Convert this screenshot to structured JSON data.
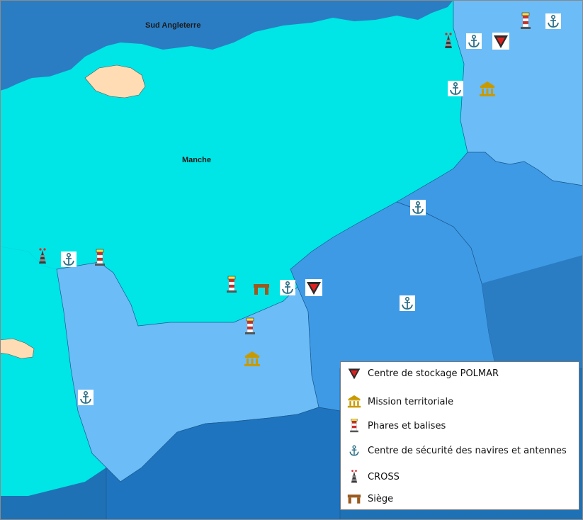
{
  "map": {
    "labels": {
      "england": "Sud Angleterre",
      "channel": "Manche"
    },
    "colors": {
      "sea": "#00e5e5",
      "open_sea": "#1f71b5",
      "land_uk": "#2b7dc3",
      "land_light": "#6bbcf7",
      "land_mid": "#3f9ae6",
      "land_dark": "#1f74bf",
      "island": "#ffdcb4"
    }
  },
  "legend": {
    "items": [
      {
        "icon": "polmar-triangle-icon",
        "label": "Centre de stockage POLMAR"
      },
      {
        "icon": "mission-building-icon",
        "label": "Mission territoriale"
      },
      {
        "icon": "lighthouse-icon",
        "label": "Phares et balises"
      },
      {
        "icon": "anchor-icon",
        "label": "Centre de sécurité des navires et antennes"
      },
      {
        "icon": "cross-tower-icon",
        "label": "CROSS"
      },
      {
        "icon": "siege-arch-icon",
        "label": "Siège"
      }
    ]
  }
}
